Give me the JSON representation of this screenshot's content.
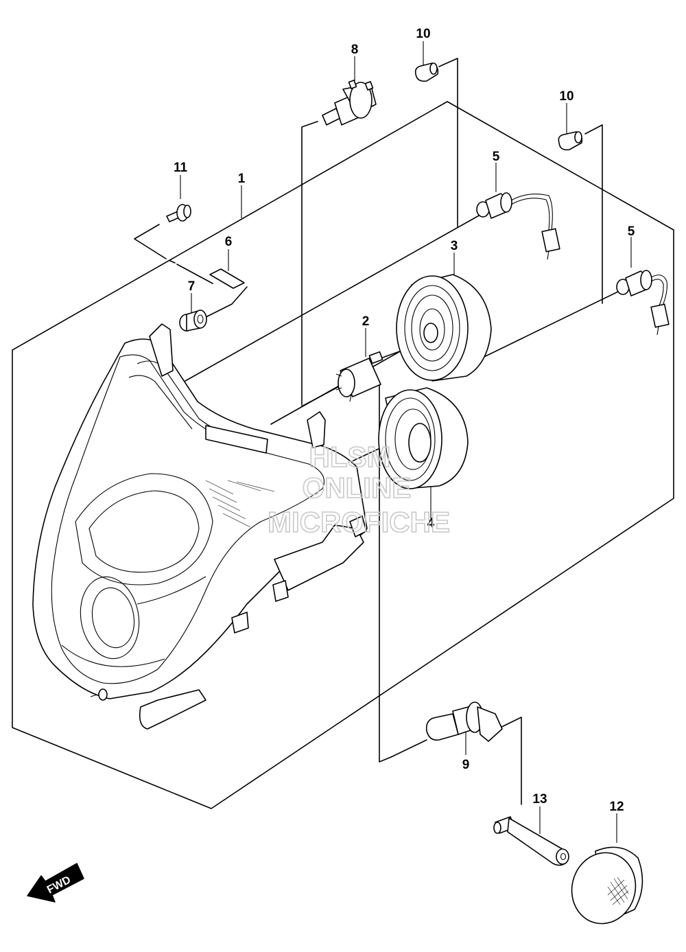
{
  "callouts": {
    "c1": "1",
    "c2": "2",
    "c3": "3",
    "c4": "4",
    "c5a": "5",
    "c5b": "5",
    "c6": "6",
    "c7": "7",
    "c8": "8",
    "c9": "9",
    "c10a": "10",
    "c10b": "10",
    "c11": "11",
    "c12": "12",
    "c13": "13"
  },
  "watermark": {
    "line1": "HLSM",
    "line2": "ONLINE",
    "line3": "MICROFICHE"
  },
  "fwd_label": "FWD"
}
